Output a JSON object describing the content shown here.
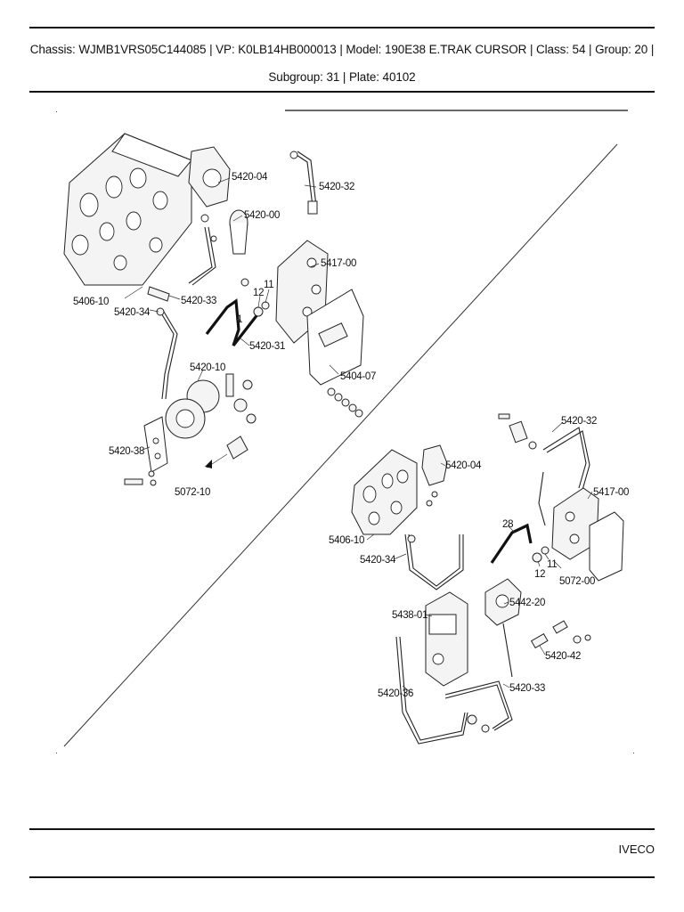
{
  "header": {
    "text": "Chassis: WJMB1VRS05C144085 | VP: K0LB14HB000013 | Model: 190E38 E.TRAK CURSOR | Class: 54 | Group: 20 | Subgroup: 31 | Plate: 40102"
  },
  "footer": {
    "brand": "IVECO"
  },
  "diagram": {
    "top_labels": [
      "5420-04",
      "5420-32",
      "5420-00",
      "5417-00",
      "5406-10",
      "5420-33",
      "12",
      "11",
      "5420-34",
      "1",
      "5420-31",
      "5420-10",
      "5404-07",
      "5420-38",
      "5072-10"
    ],
    "bottom_labels": [
      "5420-32",
      "5420-04",
      "5417-00",
      "28",
      "5406-10",
      "5420-34",
      "12",
      "11",
      "5072-00",
      "5442-20",
      "5438-01",
      "5420-42",
      "5420-36",
      "5420-33"
    ]
  }
}
